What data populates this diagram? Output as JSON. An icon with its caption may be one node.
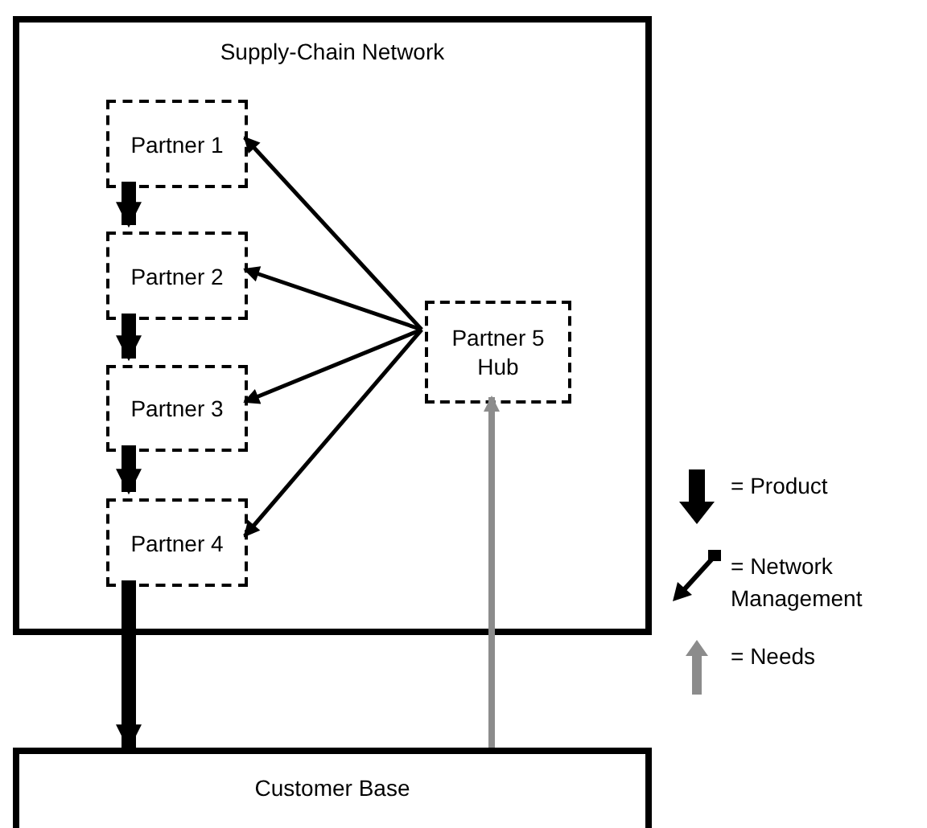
{
  "diagram": {
    "nodes": [
      {
        "text": [
          "Supply-Chain Network"
        ]
      },
      {
        "text": [
          "Partner 1"
        ],
        "in": 0
      },
      {
        "text": [
          "Partner 2"
        ],
        "in": 0
      },
      {
        "text": [
          "Partner 3"
        ],
        "in": 0
      },
      {
        "text": [
          "Partner 4"
        ],
        "in": 0
      },
      {
        "text": [
          "Partner 5 Hub"
        ],
        "in": 0
      },
      {
        "text": [
          "Customer Base"
        ]
      }
    ],
    "edges": [
      {
        "from": 1,
        "to": 2,
        "arrow": "to",
        "style": "thick"
      },
      {
        "from": 2,
        "to": 3,
        "arrow": "to",
        "style": "thick"
      },
      {
        "from": 3,
        "to": 4,
        "arrow": "to",
        "style": "thick"
      },
      {
        "from": 4,
        "to": 6,
        "arrow": "to",
        "style": "thick"
      },
      {
        "from": 5,
        "to": 1,
        "arrow": "to"
      },
      {
        "from": 5,
        "to": 2,
        "arrow": "to"
      },
      {
        "from": 5,
        "to": 3,
        "arrow": "to"
      },
      {
        "from": 5,
        "to": 4,
        "arrow": "to"
      },
      {
        "from": 6,
        "to": 5,
        "arrow": "to",
        "color": "#8c8c8c"
      }
    ],
    "legend": [
      {
        "text": "= Product"
      },
      {
        "text": "= Network Management"
      },
      {
        "text": "= Needs"
      }
    ]
  }
}
